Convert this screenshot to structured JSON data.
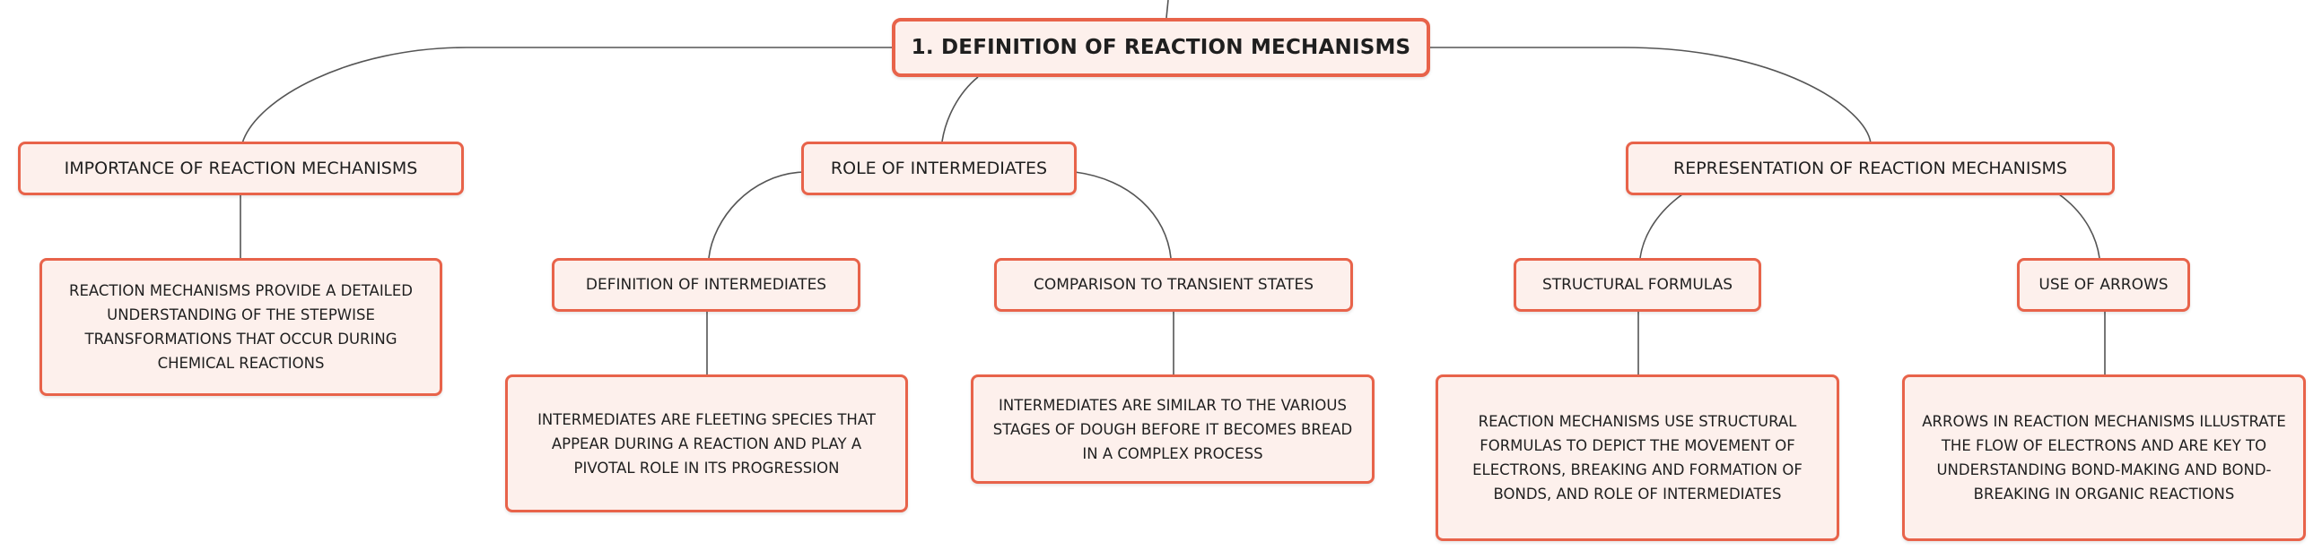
{
  "colors": {
    "accent": "#e8634a",
    "node_fill": "#fdf0ec",
    "connector": "#555555"
  },
  "root": {
    "label": "1. DEFINITION OF REACTION MECHANISMS"
  },
  "branches": [
    {
      "label": "IMPORTANCE OF REACTION MECHANISMS",
      "detail": "REACTION MECHANISMS PROVIDE A DETAILED UNDERSTANDING OF THE STEPWISE TRANSFORMATIONS THAT OCCUR DURING CHEMICAL REACTIONS"
    },
    {
      "label": "ROLE OF INTERMEDIATES",
      "children": [
        {
          "label": "DEFINITION OF INTERMEDIATES",
          "detail": "INTERMEDIATES ARE FLEETING SPECIES THAT APPEAR DURING A REACTION AND PLAY A PIVOTAL ROLE IN ITS PROGRESSION"
        },
        {
          "label": "COMPARISON TO TRANSIENT STATES",
          "detail": "INTERMEDIATES ARE SIMILAR TO THE VARIOUS STAGES OF DOUGH BEFORE IT BECOMES BREAD IN A COMPLEX PROCESS"
        }
      ]
    },
    {
      "label": "REPRESENTATION OF REACTION MECHANISMS",
      "children": [
        {
          "label": "STRUCTURAL FORMULAS",
          "detail": "REACTION MECHANISMS USE STRUCTURAL FORMULAS TO DEPICT THE MOVEMENT OF ELECTRONS, BREAKING AND FORMATION OF BONDS, AND ROLE OF INTERMEDIATES"
        },
        {
          "label": "USE OF ARROWS",
          "detail": "ARROWS IN REACTION MECHANISMS ILLUSTRATE THE FLOW OF ELECTRONS AND ARE KEY TO UNDERSTANDING BOND-MAKING AND BOND-BREAKING IN ORGANIC REACTIONS"
        }
      ]
    }
  ]
}
